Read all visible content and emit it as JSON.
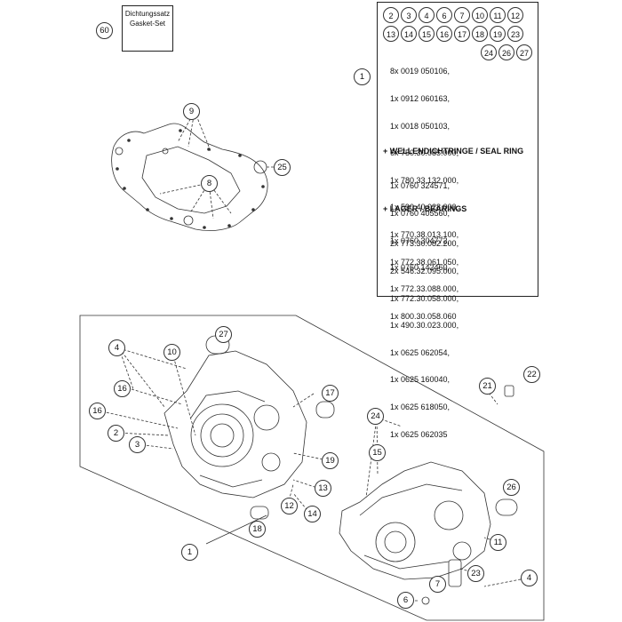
{
  "gasket_kit": {
    "callout": "60",
    "line1": "Dichtungssatz",
    "line2": "Gasket-Set"
  },
  "parts_panel": {
    "callout": "1",
    "chips_row1": [
      "2",
      "3",
      "4",
      "6",
      "7",
      "10",
      "11",
      "12"
    ],
    "chips_row2": [
      "13",
      "14",
      "15",
      "16",
      "17",
      "18",
      "19",
      "23"
    ],
    "chips_row3": [
      "24",
      "26",
      "27"
    ],
    "list1": [
      "8x 0019 050106,",
      "1x 0912 060163,",
      "1x 0018 050103,",
      "6x 750.30.085.000,",
      "1x 780.33.132.000,",
      "1x 590.40.028.000,",
      "1x 770.38.013.100,",
      "1x 772.38.061.050,",
      "1x 772.33.088.000,",
      "1x 800.30.058.060"
    ],
    "heading2": "+ WELLENDICHTRINGE / SEAL RING",
    "list2": [
      "1x 0760 324571,",
      "1x 0760 405560,",
      "1x 0760 304772,",
      "1x 0760 142460,"
    ],
    "heading3": "+ LAGER / BEARINGS",
    "list3": [
      "2x 773.30.082.200,",
      "2x 546.32.095.000,",
      "1x 772.30.058.000,",
      "1x 490.30.023.000,",
      "1x 0625 062054,",
      "1x 0625 160040,",
      "1x 0625 618050,",
      "1x 0625 062035"
    ]
  },
  "callouts": {
    "c9": "9",
    "c8": "8",
    "c25": "25",
    "c4a": "4",
    "c16a": "16",
    "c16b": "16",
    "c2": "2",
    "c3": "3",
    "c10": "10",
    "c27": "27",
    "c17": "17",
    "c19": "19",
    "c15": "15",
    "c13": "13",
    "c12": "12",
    "c14": "14",
    "c18": "18",
    "c1": "1",
    "c24": "24",
    "c21": "21",
    "c22": "22",
    "c26": "26",
    "c11": "11",
    "c23": "23",
    "c4b": "4",
    "c6": "6",
    "c7": "7"
  }
}
